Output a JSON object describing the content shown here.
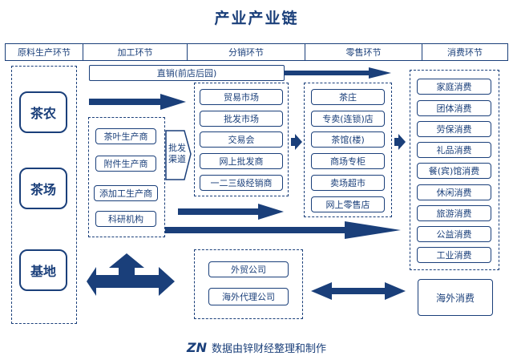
{
  "title": "产业产业链",
  "header": [
    "原料生产环节",
    "加工环节",
    "分销环节",
    "零售环节",
    "消费环节"
  ],
  "raw": [
    "茶农",
    "茶场",
    "基地"
  ],
  "direct_sales": "直销(前店后园)",
  "processing": [
    "茶叶生产商",
    "附件生产商",
    "添加工生产商",
    "科研机构"
  ],
  "channel": "批发渠道",
  "distribution": [
    "贸易市场",
    "批发市场",
    "交易会",
    "网上批发商",
    "一二三级经销商"
  ],
  "export": [
    "外贸公司",
    "海外代理公司"
  ],
  "retail": [
    "茶庄",
    "专卖(连锁)店",
    "茶馆(楼)",
    "商场专柜",
    "卖场超市",
    "网上零售店"
  ],
  "consumption": [
    "家庭消费",
    "团体消费",
    "劳保消费",
    "礼品消费",
    "餐(宾)馆消费",
    "休闲消费",
    "旅游消费",
    "公益消费",
    "工业消费"
  ],
  "overseas": "海外消费",
  "footer": {
    "logo": "ZN",
    "text": "数据由锌财经整理和制作"
  }
}
